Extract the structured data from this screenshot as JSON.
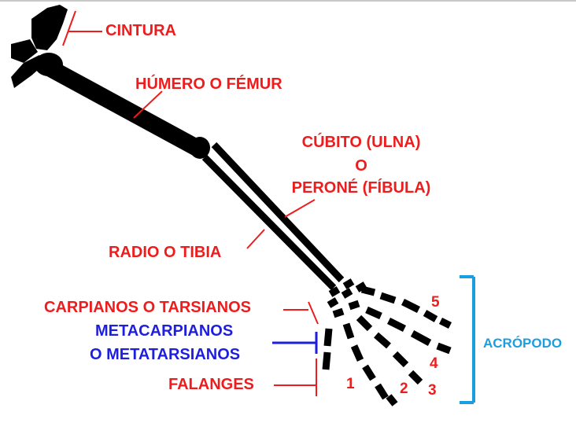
{
  "labels": {
    "cintura": "CINTURA",
    "humero": "HÚMERO O FÉMUR",
    "cubito_1": "CÚBITO (ULNA)",
    "cubito_2": "O",
    "cubito_3": "PERONÉ (FÍBULA)",
    "radio": "RADIO O TIBIA",
    "carpianos": "CARPIANOS O TARSIANOS",
    "metacarpianos_1": "METACARPIANOS",
    "metacarpianos_2": "O METATARSIANOS",
    "falanges": "FALANGES",
    "acropodo": "ACRÓPODO"
  },
  "digits": [
    "1",
    "2",
    "3",
    "4",
    "5"
  ],
  "colors": {
    "bone": "#000000",
    "red": "#ee1c1c",
    "blue": "#1e1ee0",
    "cyan": "#1a9ee0"
  }
}
